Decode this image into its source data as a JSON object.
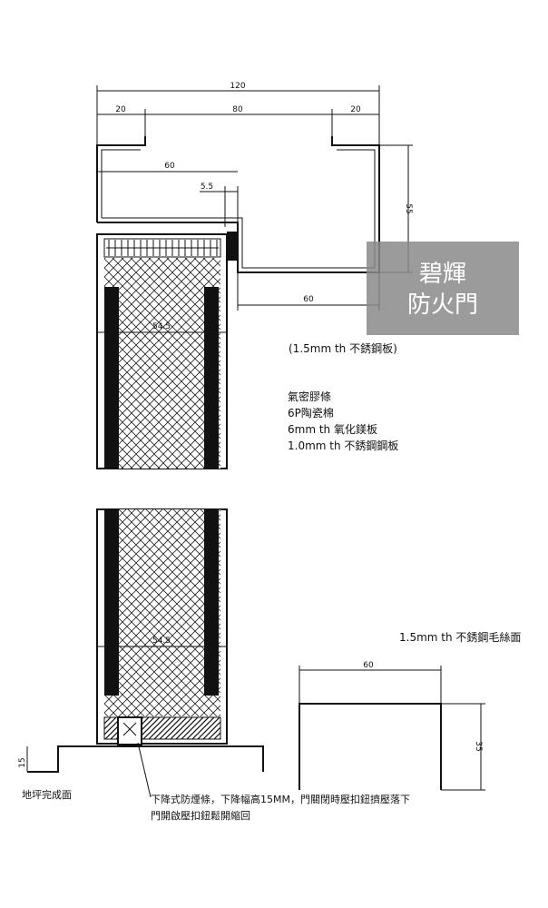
{
  "dimensions": {
    "frame_total_width": "120",
    "frame_left_flange": "20",
    "frame_middle": "80",
    "frame_right_flange": "20",
    "frame_inner_60": "60",
    "rebate_5_5": "5.5",
    "frame_depth_55": "55",
    "frame_bottom_60": "60",
    "leaf_thickness_top": "54.5",
    "leaf_thickness_bottom": "54.5",
    "threshold_height": "15",
    "channel_width": "60",
    "channel_height": "35"
  },
  "notes": {
    "frame_material": "(1.5mm th 不銹鋼板)",
    "layer_1": "氣密膠條",
    "layer_2": "6P陶瓷棉",
    "layer_3": "6mm th 氧化鎂板",
    "layer_4": "1.0mm th 不銹鋼鋼板",
    "channel_material": "1.5mm th 不銹鋼毛絲面",
    "floor_label": "地坪完成面",
    "drop_seal_line1": "下降式防煙條，下降幅高15MM，門關閉時壓扣鈕擠壓落下",
    "drop_seal_line2": "門開啟壓扣鈕鬆開縮回"
  },
  "watermark": {
    "line1": "碧輝",
    "line2": "防火門",
    "bg_color": "#8a8a8a"
  }
}
